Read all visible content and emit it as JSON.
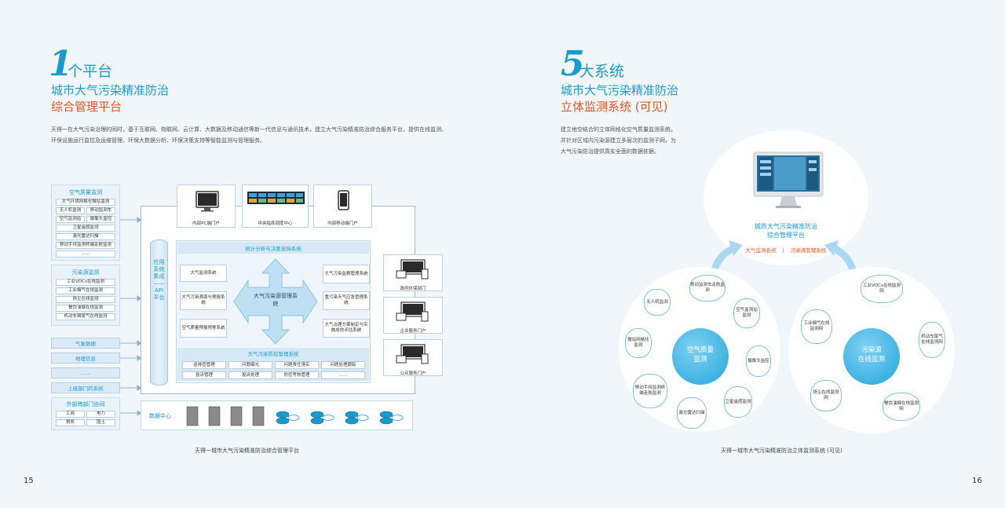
{
  "left": {
    "big_number": "1",
    "heading_word": "个平台",
    "title_line1": "城市大气污染精准防治",
    "title_line2": "综合管理平台",
    "paragraph": "天得一在大气污染治理的同时，基于互联网、物联网、云计算、大数据及移动通信等新一代信息与通讯技术，建立大气污染精准防治综合服务平台，提供在线监测、环保设施运行监控及运维管理、环保大数据分析、环保决策支持等智能监测与管理服务。",
    "page_number": "15",
    "caption": "天得一城市大气污染精准防治综合管理平台",
    "diagram": {
      "air_panel": {
        "title": "空气质量监测",
        "rows": [
          "大气环境网格化微站监测",
          "卫星遥感监测",
          "激光雷达扫描",
          "移动手持监测终端走航监测",
          "……"
        ],
        "pairs": [
          [
            "无人机监测",
            "移动监测车"
          ],
          [
            "空气监测站",
            "摄像头监控"
          ]
        ]
      },
      "pollution_panel": {
        "title": "污染源监测",
        "rows": [
          "工业VOCs在线监测",
          "工业烟气在线监测",
          "扬尘在线监测",
          "餐饮油烟在线监测",
          "机动车辆尾气在线监测"
        ]
      },
      "side_items": [
        "气象数据",
        "地理信息",
        "……",
        "上级部门的系统"
      ],
      "external": {
        "title": "外部跨部门协同",
        "cells": [
          "工商",
          "电力",
          "税务",
          "国土"
        ]
      },
      "top_terminals": [
        "内部PC端门户",
        "中央指挥调度中心",
        "内部移动端门户"
      ],
      "api_column": "应用系统集成——API平台",
      "stats_bar": "统计分析与决策支持系统",
      "left_systems": [
        "大气监测系统",
        "大气污染溯源与预报系统",
        "空气质量预报预警系统"
      ],
      "right_systems": [
        "大气污染监察管理系统",
        "重污染天气应急管理系统",
        "大气治理方案制定与实施成效评估系统"
      ],
      "center_label": "大气污染源管理系统",
      "control_bar": "大气污染防控管理系统",
      "control_cells": [
        "巡排查管理",
        "问题曝光",
        "问题责任落实",
        "问题处理跟踪",
        "投诉管理",
        "投诉处理",
        "防控考核管理",
        "……"
      ],
      "portals": [
        "政府环保部门",
        "企业服务门户",
        "公众服务门户"
      ],
      "data_center": "数据中心"
    }
  },
  "right": {
    "big_number": "5",
    "heading_word": "大系统",
    "title_line1": "城市大气污染精准防治",
    "title_line2": "立体监测系统 (可见)",
    "paragraph": "建立地空结合的立体网格化空气质量监测系统，并针对区域内污染源建立多层次的监测子网，为大气污染防治提供真实全面的数据依据。",
    "platform_title_1": "城市大气污染精准防治",
    "platform_title_2": "综合管理平台",
    "platform_sub_left": "大气监测系统",
    "platform_sub_sep": "|",
    "platform_sub_right": "污染源管理系统",
    "left_center": [
      "空气质量",
      "监测"
    ],
    "right_center": [
      "污染源",
      "在线监测"
    ],
    "left_clouds": [
      "无人机监测",
      "移动监测车走航监测",
      "空气监测站监测",
      "摄像头监控",
      "卫星遥感监测",
      "激光雷达扫描",
      "移动手持监测终端走航监测",
      "微站网格化监测"
    ],
    "right_clouds": [
      "工业VOCs在线监测网",
      "工业烟气在线监测网",
      "机动车尾气在线监测网",
      "餐饮油烟在线监测网",
      "扬尘在线监测网"
    ],
    "page_number": "16",
    "caption": "天得一城市大气污染精准防治立体监测系统 (可见)"
  },
  "colors": {
    "accent_blue": "#1a9bcf",
    "accent_orange": "#e8561f",
    "background": "#f1f6fa"
  }
}
